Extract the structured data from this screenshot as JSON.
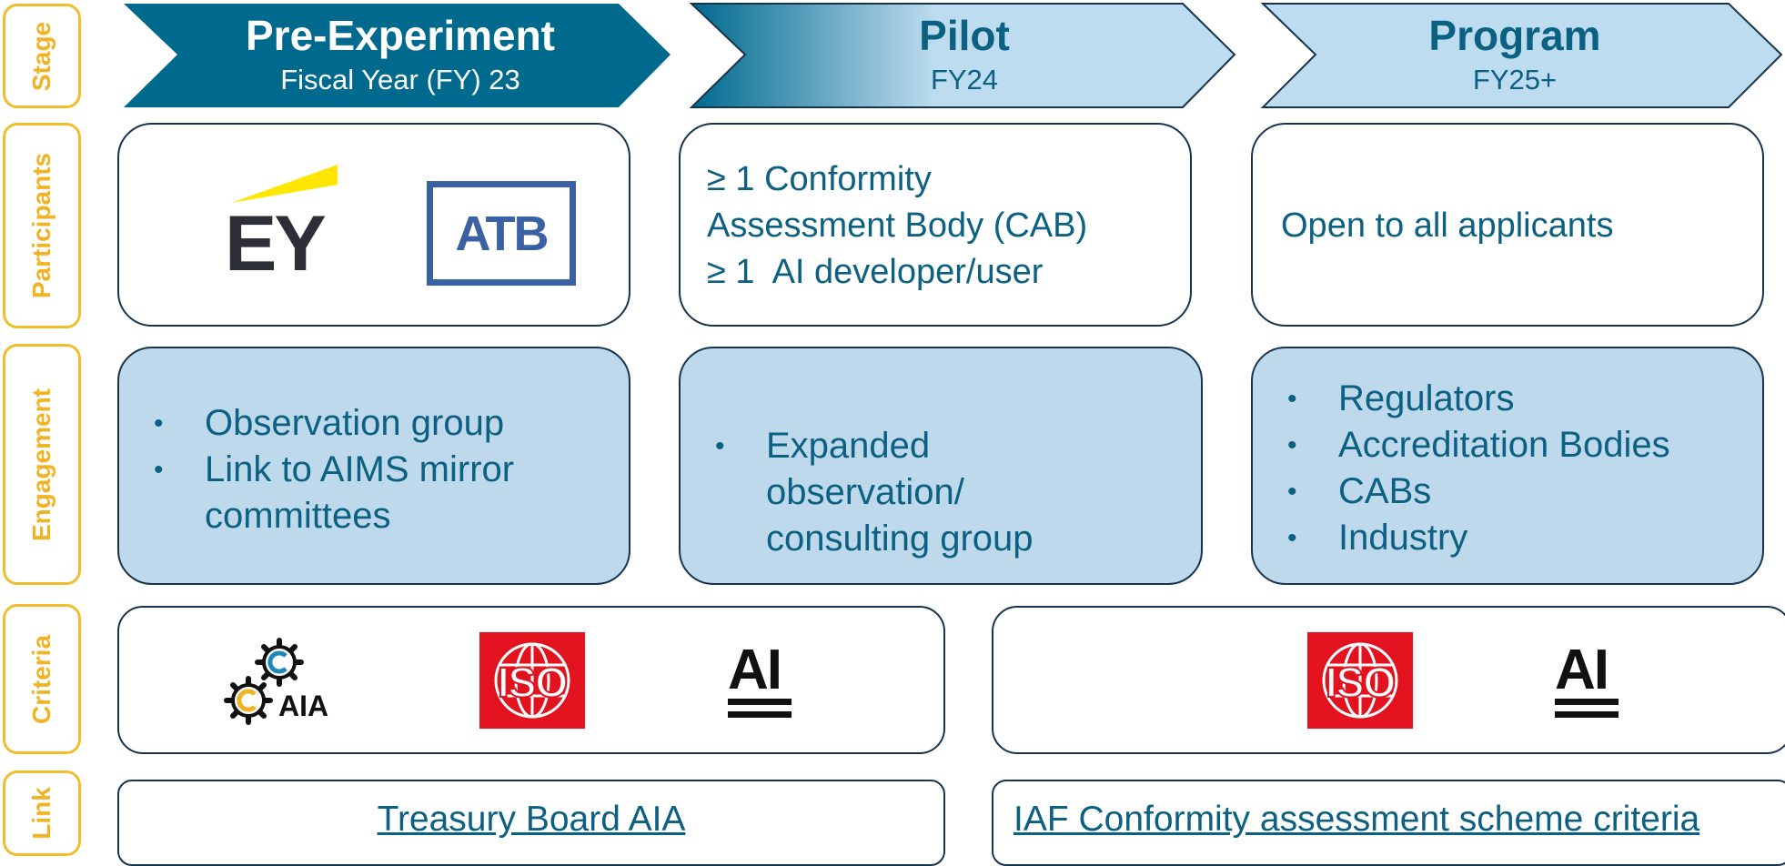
{
  "row_labels": {
    "stage": "Stage",
    "participants": "Participants",
    "engagement": "Engagement",
    "criteria": "Criteria",
    "link": "Link"
  },
  "stages": [
    {
      "title": "Pre-Experiment",
      "sub": "Fiscal Year (FY) 23"
    },
    {
      "title": "Pilot",
      "sub": "FY24"
    },
    {
      "title": "Program",
      "sub": "FY25+"
    }
  ],
  "participants": {
    "pre_experiment": {
      "logos": [
        "EY",
        "ATB"
      ]
    },
    "pilot": {
      "lines": [
        "≥ 1 Conformity",
        "Assessment Body (CAB)",
        "≥ 1  AI developer/user"
      ]
    },
    "program": {
      "text": "Open to all applicants"
    }
  },
  "engagement": {
    "pre_experiment": [
      "Observation group",
      "Link to AIMS mirror committees"
    ],
    "pilot": [
      "Expanded observation/ consulting group"
    ],
    "program": [
      "Regulators",
      "Accreditation Bodies",
      "CABs",
      "Industry"
    ]
  },
  "criteria": {
    "left_logos": {
      "aia": "AIA",
      "iso": "ISO",
      "ai": "AI"
    },
    "right_logos": {
      "iso": "ISO",
      "ai": "AI"
    }
  },
  "links": {
    "left": "Treasury Board AIA",
    "right": "IAF Conformity assessment scheme criteria"
  },
  "colors": {
    "stage_dark": "#006a8e",
    "stage_light": "#bedcef",
    "label_gold": "#f0b323",
    "text_teal": "#0c6183",
    "box_fill": "#bed8ec",
    "iso_red": "#e2121f",
    "ey_yellow": "#ffe600",
    "atb_blue": "#3a61a4"
  }
}
